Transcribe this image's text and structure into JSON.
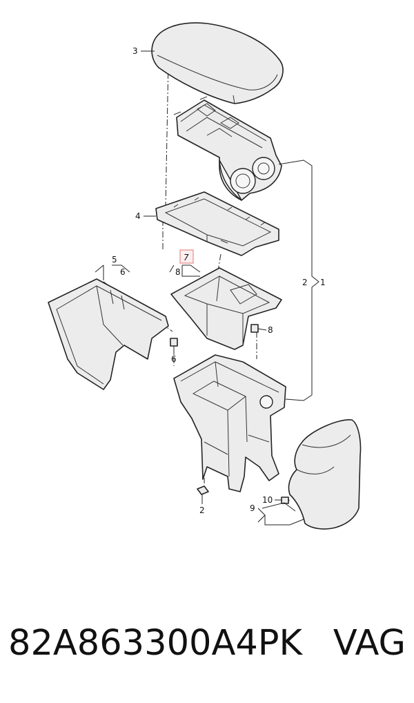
{
  "callouts": {
    "c3": "3",
    "c4": "4",
    "c7": "7",
    "c8a": "8",
    "c5": "5",
    "c6a": "6",
    "c6b": "6",
    "c8b": "8",
    "c2a": "2",
    "c1": "1",
    "c2b": "2",
    "c10": "10",
    "c9": "9"
  },
  "colors": {
    "highlight_box": "#e88a8a"
  },
  "footer": {
    "part_number": "82A863300A4PK",
    "brand": "VAG"
  }
}
